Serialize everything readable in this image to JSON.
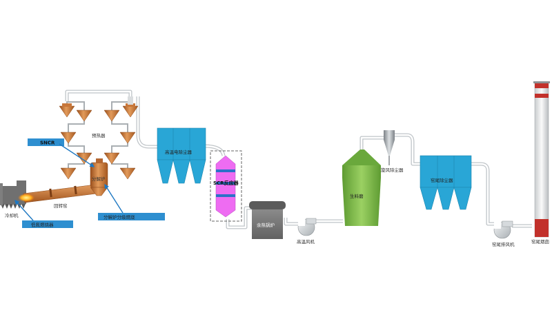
{
  "labels": {
    "cooler": "冷却机",
    "rotary_kiln": "回转窑",
    "preheater": "预热器",
    "calciner": "分解炉",
    "sncr": "SNCR",
    "burner_low_nox": "低氮燃烧器",
    "calciner_staged": "分解炉分级燃烧",
    "hot_esp": "高温电除尘器",
    "scr_reactor": "SCR反应器",
    "waste_heat_boiler": "余热锅炉",
    "high_temp_fan": "高温风机",
    "raw_mill": "生料磨",
    "fly_ash_collector": "旋风除尘器",
    "kiln_tail_dust": "窑尾除尘器",
    "kiln_tail_fan": "窑尾排风机",
    "kiln_tail_stack": "窑尾烟囱"
  },
  "colors": {
    "copper": "#c8773a",
    "dust_blue": "#29a6d6",
    "scr_magenta": "#ee6cf2",
    "scr_band": "#2c71c8",
    "mill_green": "#82bf4c",
    "boiler_grey": "#707070",
    "callout_blue": "#2e8fd0",
    "stack_red": "#c2312b",
    "duct_grey": "#bfc4c8"
  }
}
